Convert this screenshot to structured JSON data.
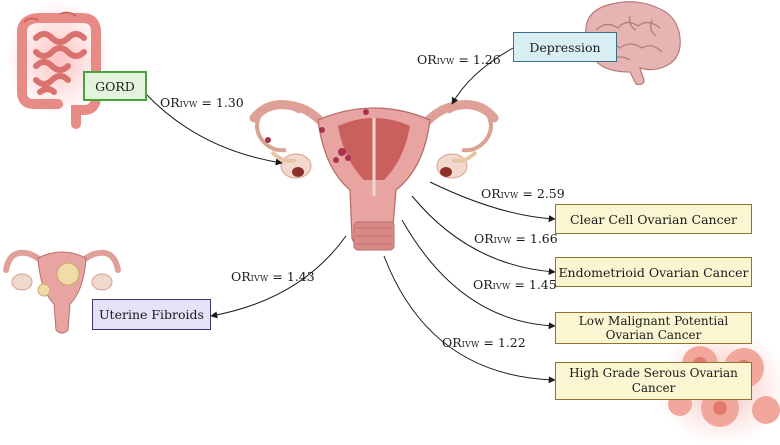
{
  "nodes": {
    "gord": "GORD",
    "depression": "Depression",
    "uterine_fibroids": "Uterine Fibroids",
    "clear_cell": "Clear Cell Ovarian Cancer",
    "endometrioid": "Endometrioid Ovarian Cancer",
    "low_malignant_line1": "Low Malignant Potential",
    "low_malignant_line2": "Ovarian Cancer",
    "high_grade_line1": "High Grade Serous Ovarian",
    "high_grade_line2": "Cancer"
  },
  "edges": {
    "or_prefix": "OR",
    "or_subscript": "IVW",
    "gord_value": "= 1.30",
    "depression_value": "= 1.26",
    "fibroids_value": "= 1.43",
    "clear_cell_value": "= 2.59",
    "endometrioid_value": "= 1.66",
    "low_malignant_value": "= 1.45",
    "high_grade_value": "= 1.22"
  },
  "icons": [
    "intestine-icon",
    "brain-icon",
    "uterus-icon",
    "small-uterus-icon",
    "tumor-cells-icon"
  ],
  "colors": {
    "gord_fill": "#e4f3dc",
    "gord_border": "#49a139",
    "depression_fill": "#d9eef4",
    "depression_border": "#3b6f86",
    "fibroids_fill": "#e4e1f8",
    "fibroids_border": "#3f3a6e",
    "cancer_fill": "#fbf6d2",
    "cancer_border": "#8d7430",
    "uterus_pink": "#e7a4a0"
  }
}
